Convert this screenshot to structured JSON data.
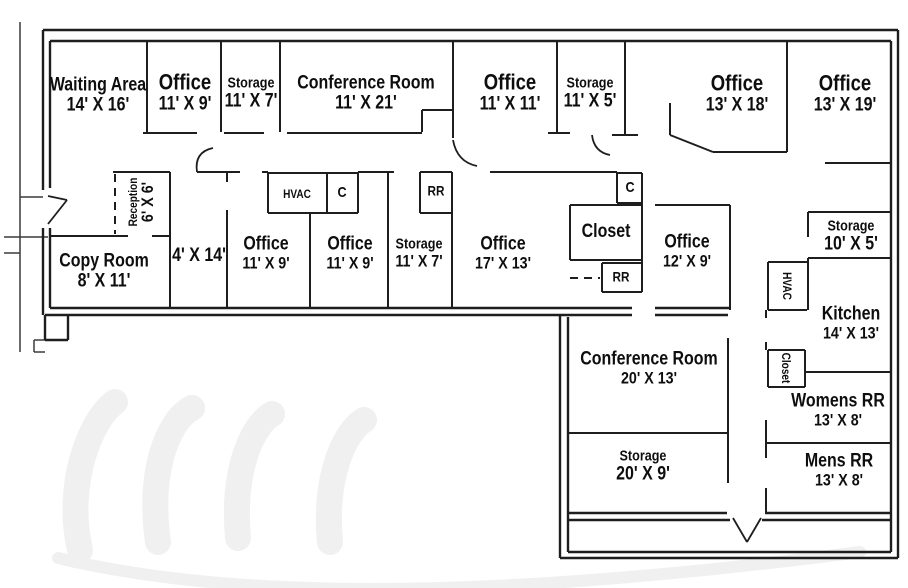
{
  "figure": {
    "type": "office-floor-plan"
  },
  "colors": {
    "wall": "#1e1e1e",
    "background": "#ffffff",
    "watermark": "#f0f0f0"
  },
  "rooms": [
    {
      "name": "Waiting Area",
      "dims": "14' X 16'"
    },
    {
      "name": "Office",
      "dims": "11' X 9'"
    },
    {
      "name": "Storage",
      "dims": "11' X 7'"
    },
    {
      "name": "Conference Room",
      "dims": "11' X 21'"
    },
    {
      "name": "Office",
      "dims": "11' X 11'"
    },
    {
      "name": "Storage",
      "dims": "11' X 5'"
    },
    {
      "name": "Office",
      "dims": "13' X 18'"
    },
    {
      "name": "Office",
      "dims": "13' X 19'"
    },
    {
      "name": "Reception",
      "dims": "6' X 6'"
    },
    {
      "name": "Copy Room",
      "dims": "8' X 11'"
    },
    {
      "name": "",
      "dims": "4' X 14'"
    },
    {
      "name": "Office",
      "dims": "11' X 9'"
    },
    {
      "name": "Office",
      "dims": "11' X 9'"
    },
    {
      "name": "Storage",
      "dims": "11' X 7'"
    },
    {
      "name": "Office",
      "dims": "17' X 13'"
    },
    {
      "name": "Closet",
      "dims": ""
    },
    {
      "name": "Office",
      "dims": "12' X 9'"
    },
    {
      "name": "Conference Room",
      "dims": "20' X 13'"
    },
    {
      "name": "Storage",
      "dims": "20' X 9'"
    },
    {
      "name": "Storage",
      "dims": "10' X 5'"
    },
    {
      "name": "Kitchen",
      "dims": "14' X 13'"
    },
    {
      "name": "Womens RR",
      "dims": "13' X 8'"
    },
    {
      "name": "Mens RR",
      "dims": "13' X 8'"
    }
  ],
  "utilities": [
    {
      "label": "HVAC"
    },
    {
      "label": "C"
    },
    {
      "label": "RR"
    },
    {
      "label": "C"
    },
    {
      "label": "RR"
    },
    {
      "label": "HVAC"
    },
    {
      "label": "Closet"
    }
  ]
}
